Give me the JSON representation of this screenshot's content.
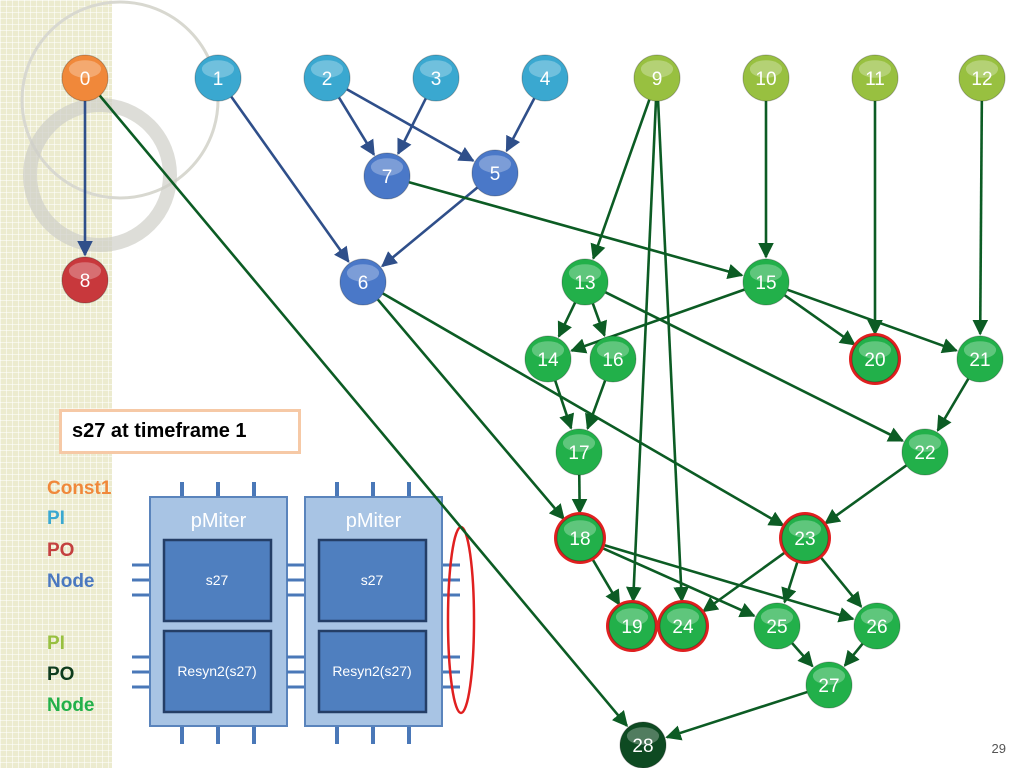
{
  "title": "s27 at timeframe 1",
  "legend": [
    {
      "label": "Const1",
      "color": "#f0883a"
    },
    {
      "label": "PI",
      "color": "#3aa8d0"
    },
    {
      "label": "PO",
      "color": "#c44040"
    },
    {
      "label": "Node",
      "color": "#4a78c0"
    },
    {
      "label": "PI",
      "color": "#98c040"
    },
    {
      "label": "PO",
      "color": "#0e3c1e"
    },
    {
      "label": "Node",
      "color": "#22b04a"
    }
  ],
  "modules": [
    {
      "header": "pMiter",
      "top_label": "s27",
      "bottom_label": "Resyn2(s27)"
    },
    {
      "header": "pMiter",
      "top_label": "s27",
      "bottom_label": "Resyn2(s27)"
    }
  ],
  "page_number": "29",
  "colors": {
    "const1": "#f0883a",
    "pi1": "#3aa8d0",
    "po1": "#c8383c",
    "node1": "#4a78c8",
    "pi2": "#98c040",
    "po2": "#0e4a22",
    "node2": "#22b04a",
    "edge_blue": "#2f4f8a",
    "edge_green": "#0c5c24",
    "highlight": "#e02020"
  },
  "nodes": [
    {
      "id": "0",
      "type": "const1"
    },
    {
      "id": "1",
      "type": "pi1"
    },
    {
      "id": "2",
      "type": "pi1"
    },
    {
      "id": "3",
      "type": "pi1"
    },
    {
      "id": "4",
      "type": "pi1"
    },
    {
      "id": "5",
      "type": "node1"
    },
    {
      "id": "6",
      "type": "node1"
    },
    {
      "id": "7",
      "type": "node1"
    },
    {
      "id": "8",
      "type": "po1"
    },
    {
      "id": "9",
      "type": "pi2"
    },
    {
      "id": "10",
      "type": "pi2"
    },
    {
      "id": "11",
      "type": "pi2"
    },
    {
      "id": "12",
      "type": "pi2"
    },
    {
      "id": "13",
      "type": "node2"
    },
    {
      "id": "14",
      "type": "node2"
    },
    {
      "id": "15",
      "type": "node2"
    },
    {
      "id": "16",
      "type": "node2"
    },
    {
      "id": "17",
      "type": "node2"
    },
    {
      "id": "18",
      "type": "node2",
      "highlight": true
    },
    {
      "id": "19",
      "type": "node2",
      "highlight": true
    },
    {
      "id": "20",
      "type": "node2",
      "highlight": true
    },
    {
      "id": "21",
      "type": "node2"
    },
    {
      "id": "22",
      "type": "node2"
    },
    {
      "id": "23",
      "type": "node2",
      "highlight": true
    },
    {
      "id": "24",
      "type": "node2",
      "highlight": true
    },
    {
      "id": "25",
      "type": "node2"
    },
    {
      "id": "26",
      "type": "node2"
    },
    {
      "id": "27",
      "type": "node2"
    },
    {
      "id": "28",
      "type": "po2"
    }
  ],
  "edges": [
    {
      "from": "0",
      "to": "8",
      "color": "blue"
    },
    {
      "from": "1",
      "to": "6",
      "color": "blue"
    },
    {
      "from": "2",
      "to": "7",
      "color": "blue"
    },
    {
      "from": "2",
      "to": "5",
      "color": "blue"
    },
    {
      "from": "3",
      "to": "7",
      "color": "blue"
    },
    {
      "from": "4",
      "to": "5",
      "color": "blue"
    },
    {
      "from": "5",
      "to": "6",
      "color": "blue"
    },
    {
      "from": "0",
      "to": "28",
      "color": "green"
    },
    {
      "from": "7",
      "to": "15",
      "color": "green"
    },
    {
      "from": "9",
      "to": "13",
      "color": "green"
    },
    {
      "from": "9",
      "to": "19",
      "color": "green"
    },
    {
      "from": "9",
      "to": "24",
      "color": "green"
    },
    {
      "from": "10",
      "to": "15",
      "color": "green"
    },
    {
      "from": "11",
      "to": "20",
      "color": "green"
    },
    {
      "from": "12",
      "to": "21",
      "color": "green"
    },
    {
      "from": "6",
      "to": "18",
      "color": "green"
    },
    {
      "from": "6",
      "to": "23",
      "color": "green"
    },
    {
      "from": "13",
      "to": "14",
      "color": "green"
    },
    {
      "from": "13",
      "to": "16",
      "color": "green"
    },
    {
      "from": "13",
      "to": "22",
      "color": "green"
    },
    {
      "from": "15",
      "to": "14",
      "color": "green"
    },
    {
      "from": "15",
      "to": "20",
      "color": "green"
    },
    {
      "from": "15",
      "to": "21",
      "color": "green"
    },
    {
      "from": "14",
      "to": "17",
      "color": "green"
    },
    {
      "from": "16",
      "to": "17",
      "color": "green"
    },
    {
      "from": "17",
      "to": "18",
      "color": "green"
    },
    {
      "from": "21",
      "to": "22",
      "color": "green"
    },
    {
      "from": "22",
      "to": "23",
      "color": "green"
    },
    {
      "from": "18",
      "to": "19",
      "color": "green"
    },
    {
      "from": "18",
      "to": "25",
      "color": "green"
    },
    {
      "from": "18",
      "to": "26",
      "color": "green"
    },
    {
      "from": "23",
      "to": "24",
      "color": "green"
    },
    {
      "from": "23",
      "to": "25",
      "color": "green"
    },
    {
      "from": "23",
      "to": "26",
      "color": "green"
    },
    {
      "from": "25",
      "to": "27",
      "color": "green"
    },
    {
      "from": "26",
      "to": "27",
      "color": "green"
    },
    {
      "from": "27",
      "to": "28",
      "color": "green"
    }
  ]
}
